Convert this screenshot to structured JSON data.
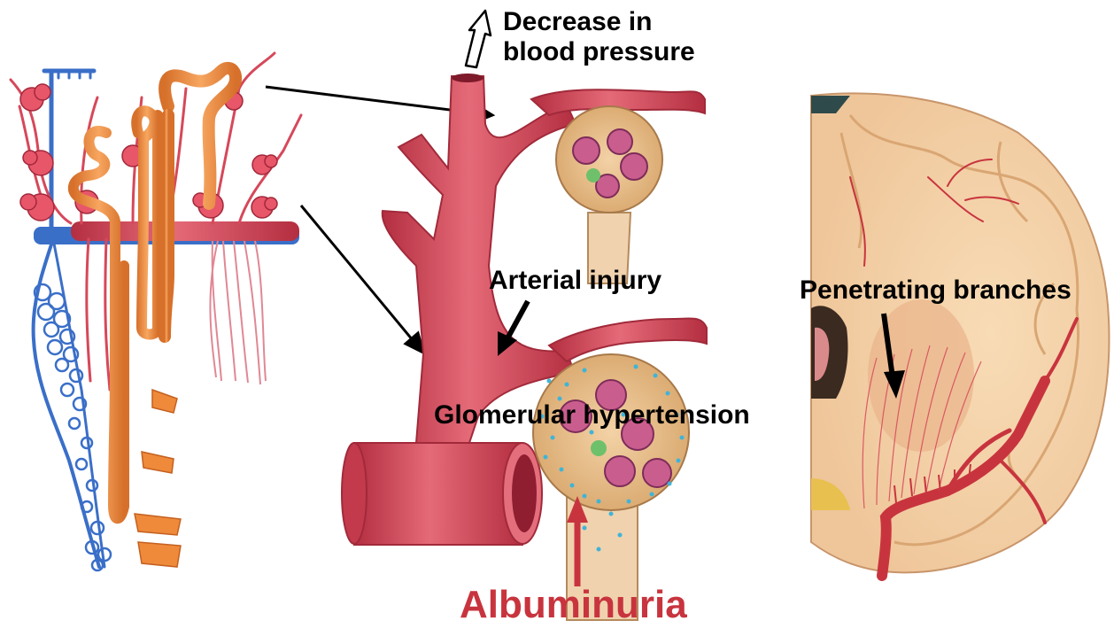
{
  "labels": {
    "decrease_line1": "Decrease in",
    "decrease_line2": "blood pressure",
    "arterial_injury": "Arterial injury",
    "glomerular_hypertension": "Glomerular hypertension",
    "penetrating_branches": "Penetrating branches",
    "albuminuria": "Albuminuria"
  },
  "colors": {
    "artery": "#d6485a",
    "vein": "#3a6fc8",
    "tubule": "#ee8a3a",
    "brain_tissue": "#f6d4a8",
    "albuminuria_text": "#c8343e",
    "albumin_dots": "#3fb4d8"
  }
}
